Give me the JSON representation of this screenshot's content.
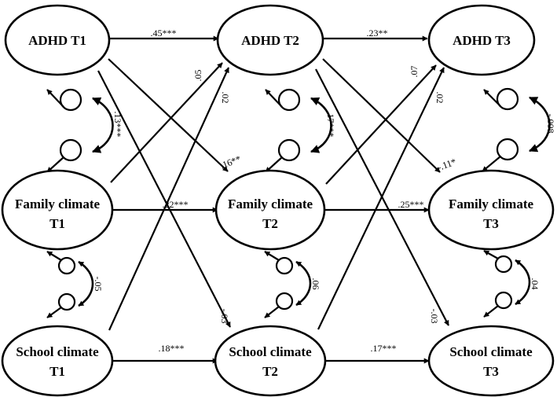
{
  "nodes": {
    "adhd_t1": "ADHD T1",
    "adhd_t2": "ADHD T2",
    "adhd_t3": "ADHD T3",
    "family_t1": [
      "Family climate",
      "T1"
    ],
    "family_t2": [
      "Family climate",
      "T2"
    ],
    "family_t3": [
      "Family climate",
      "T3"
    ],
    "school_t1": [
      "School climate",
      "T1"
    ],
    "school_t2": [
      "School climate",
      "T2"
    ],
    "school_t3": [
      "School climate",
      "T3"
    ]
  },
  "coefficients": {
    "adhd_t1_t2": ".45***",
    "adhd_t2_t3": ".23**",
    "family_t1_t2": ".22***",
    "family_t2_t3": ".25***",
    "school_t1_t2": ".18***",
    "school_t2_t3": ".17***",
    "adhd_t1_family_t2": ".16**",
    "adhd_t2_family_t3": "-.11*",
    "adhd_t1_school_t2": "-.03",
    "adhd_t2_school_t3": "-.03",
    "family_t1_adhd_t2": ".05",
    "school_t1_adhd_t2": ".02",
    "family_t2_adhd_t3": ".07",
    "school_t2_adhd_t3": ".02",
    "cov_adhd_family_t1": ".13***",
    "cov_adhd_family_t2": ".17***",
    "cov_adhd_family_t3": "-.008",
    "cov_family_school_t1": "-.05",
    "cov_family_school_t2": ".06",
    "cov_family_school_t3": ".04"
  }
}
